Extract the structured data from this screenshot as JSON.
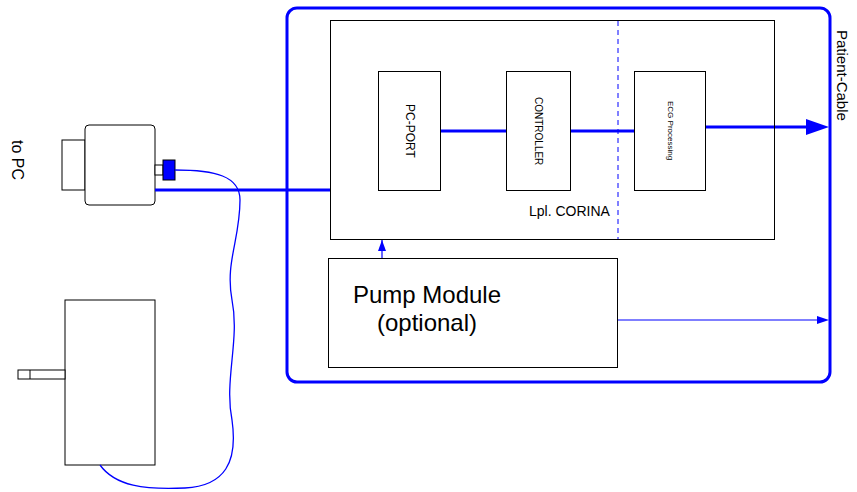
{
  "diagram": {
    "nodes": [
      {
        "text": [
          "Lpl. CORINA"
        ]
      },
      {
        "text": [
          "PC-PORT"
        ],
        "in": 0
      },
      {
        "text": [
          "CONTROLLER"
        ],
        "in": 0
      },
      {
        "text": [
          "ECG Processing"
        ],
        "in": 0
      },
      {
        "text": [
          "Pump Module (optional)"
        ]
      }
    ],
    "edges": [
      {
        "from": 1,
        "to": 2,
        "arrow": "none"
      },
      {
        "from": 2,
        "to": 3,
        "arrow": "none"
      },
      {
        "from": 4,
        "to": 0,
        "arrow": "to"
      }
    ],
    "labels": [
      "to PC",
      "Patient-Cable"
    ]
  }
}
